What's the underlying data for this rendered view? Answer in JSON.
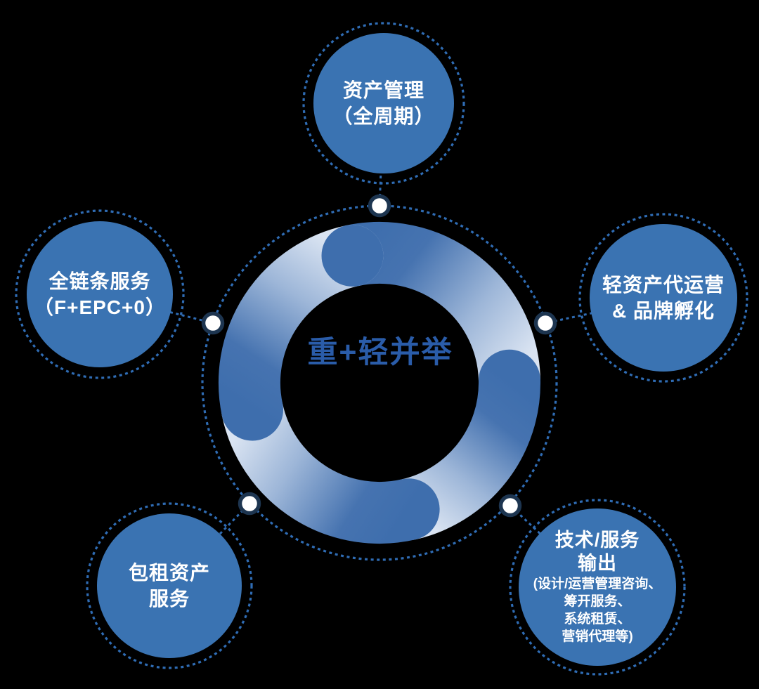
{
  "diagram": {
    "center_label": "重+轻并举",
    "satellites": {
      "top": {
        "lines": [
          "资产管理",
          "（全周期）"
        ]
      },
      "left": {
        "lines": [
          "全链条服务",
          "（F+EPC+0）"
        ]
      },
      "right": {
        "lines": [
          "轻资产代运营",
          "& 品牌孵化"
        ]
      },
      "bottom_left": {
        "lines": [
          "包租资产",
          "服务"
        ]
      },
      "bottom_right": {
        "lines": [
          "技术/服务",
          "输出"
        ],
        "sublines": [
          "(设计/运营管理咨询、",
          "筹开服务、",
          "系统租赁、",
          "营销代理等)"
        ]
      }
    },
    "colors": {
      "background": "#000000",
      "satellite_fill": "#3a73b2",
      "satellite_text": "#ffffff",
      "dash_stroke": "#2f6cb4",
      "node_fill": "#ffffff",
      "node_border": "#1d3550",
      "ring_dark": "#3e6ead",
      "ring_light": "#dae4f2",
      "center_label_color": "#2a5ca9"
    }
  }
}
